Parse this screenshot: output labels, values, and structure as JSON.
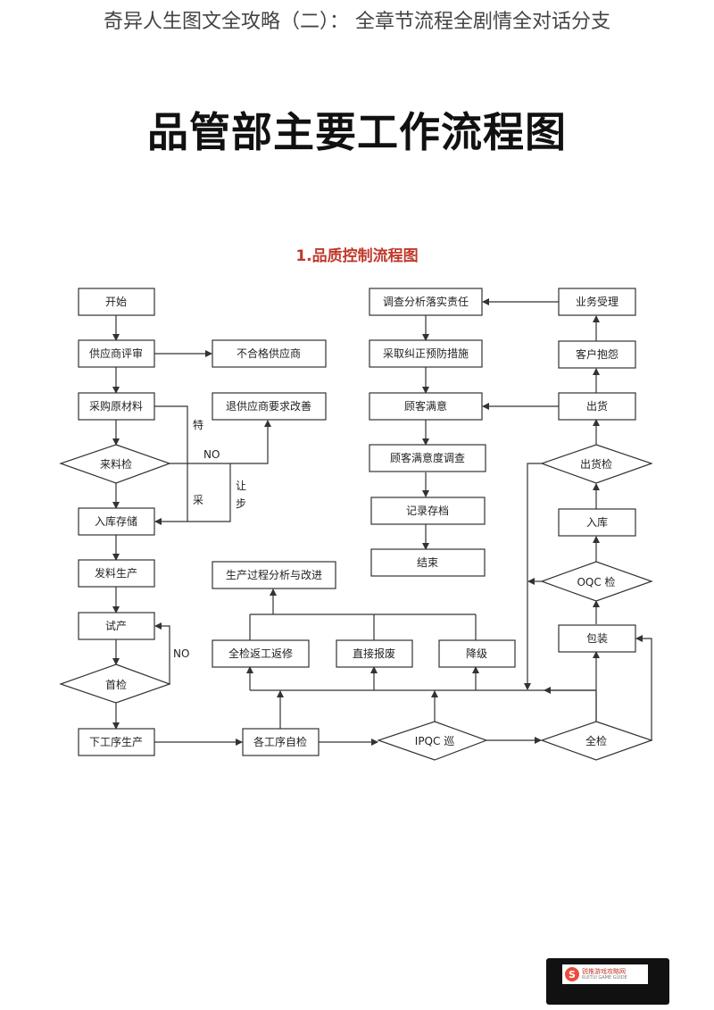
{
  "page_header": "奇异人生图文全攻略（二）： 全章节流程全剧情全对话分支",
  "doc_title": "品管部主要工作流程图",
  "section_title": "1.品质控制流程图",
  "nodes": {
    "start": "开始",
    "supplier_review": "供应商评审",
    "unqualified_supplier": "不合格供应商",
    "purchase_material": "采购原材料",
    "return_supplier": "退供应商要求改善",
    "incoming_inspection": "来料检",
    "warehouse_storage": "入库存储",
    "issue_production": "发料生产",
    "trial_production": "试产",
    "first_inspection": "首检",
    "next_process": "下工序生产",
    "self_inspection": "各工序自检",
    "ipqc": "IPQC 巡",
    "full_inspection": "全检",
    "packaging": "包装",
    "oqc": "OQC 检",
    "stock_in": "入库",
    "shipping_inspection": "出货检",
    "shipment": "出货",
    "customer_complaint": "客户抱怨",
    "business_accept": "业务受理",
    "investigate": "调查分析落实责任",
    "corrective_action": "采取纠正预防措施",
    "customer_satisfied": "顾客满意",
    "satisfaction_survey": "顾客满意度调查",
    "record_archive": "记录存档",
    "end": "结束",
    "process_analysis": "生产过程分析与改进",
    "rework": "全检返工返修",
    "scrap": "直接报废",
    "downgrade": "降级"
  },
  "edge_labels": {
    "no_incoming": "NO",
    "no_first": "NO",
    "special_1": "特",
    "special_2": "采",
    "concession_1": "让",
    "concession_2": "步"
  },
  "watermark": {
    "logo_letter": "S",
    "name": "锐推游戏攻略网",
    "sub": "RUITUI GAME GUIDE"
  }
}
